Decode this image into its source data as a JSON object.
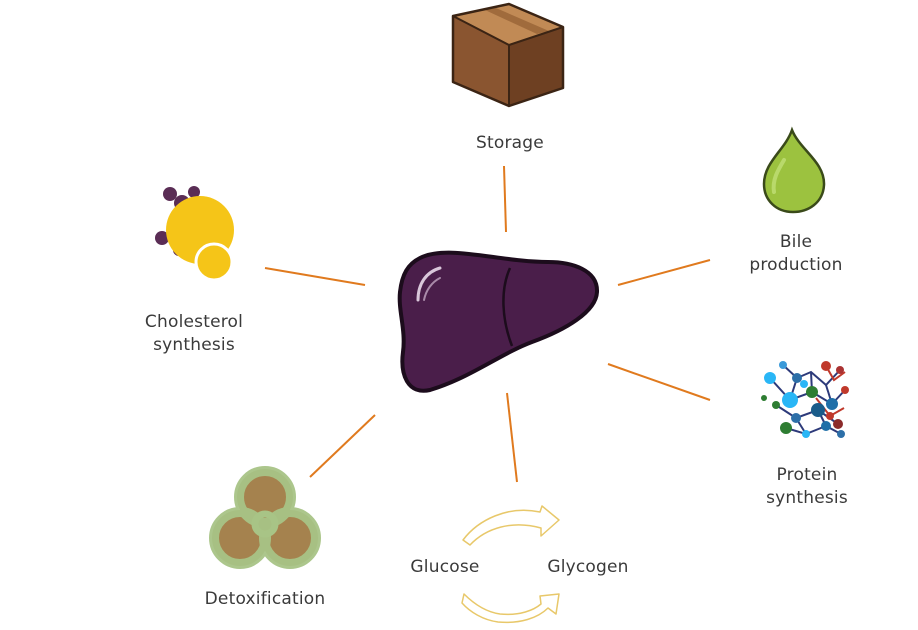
{
  "nodes": {
    "storage": {
      "label": "Storage",
      "icon": "box-icon"
    },
    "bile": {
      "line1": "Bile",
      "line2": "production",
      "icon": "bile-drop-icon"
    },
    "protein": {
      "line1": "Protein",
      "line2": "synthesis",
      "icon": "molecule-icon"
    },
    "glycogen_cycle": {
      "left": "Glucose",
      "right": "Glycogen",
      "icon": "cycle-arrows-icon"
    },
    "detox": {
      "label": "Detoxification",
      "icon": "biohazard-icon"
    },
    "cholesterol": {
      "line1": "Cholesterol",
      "line2": "synthesis",
      "icon": "cholesterol-icon"
    }
  },
  "center": {
    "icon": "liver-icon"
  },
  "colors": {
    "connector": "#e07a1e",
    "liver": "#4a1e4a",
    "box": "#8a5530",
    "bile": "#9cc23f",
    "cholesterol": "#f5c518",
    "biohazard": "#a8c486",
    "cycle_arrow": "#e8c86a"
  }
}
